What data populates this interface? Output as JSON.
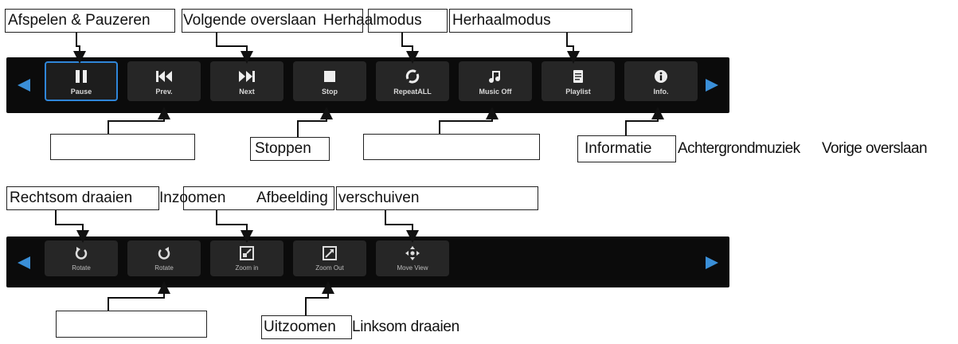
{
  "top_bar": {
    "buttons": [
      {
        "caption": "Pause",
        "icon": "pause-icon"
      },
      {
        "caption": "Prev.",
        "icon": "skip-previous-icon"
      },
      {
        "caption": "Next",
        "icon": "skip-next-icon"
      },
      {
        "caption": "Stop",
        "icon": "stop-icon"
      },
      {
        "caption": "RepeatALL",
        "icon": "repeat-icon"
      },
      {
        "caption": "Music Off",
        "icon": "music-note-icon"
      },
      {
        "caption": "Playlist",
        "icon": "playlist-icon"
      },
      {
        "caption": "Info.",
        "icon": "info-icon"
      }
    ]
  },
  "bottom_bar": {
    "buttons": [
      {
        "caption": "Rotate",
        "icon": "rotate-clockwise-icon"
      },
      {
        "caption": "Rotate",
        "icon": "rotate-counterclockwise-icon"
      },
      {
        "caption": "Zoom in",
        "icon": "zoom-in-icon"
      },
      {
        "caption": "Zoom Out",
        "icon": "zoom-out-icon"
      },
      {
        "caption": "Move View",
        "icon": "move-view-icon"
      }
    ]
  },
  "annotations": {
    "play_pause": "Afspelen & Pauzeren",
    "skip_next": "Volgende overslaan",
    "repeat_1": "Herhaalmodus",
    "repeat_2": "Herhaalmodus",
    "stop": "Stoppen",
    "info": "Informatie",
    "background_music": "Achtergrondmuziek",
    "skip_prev": "Vorige overslaan",
    "rotate_cw": "Rechtsom draaien",
    "zoom_in": "Inzoomen",
    "image": "Afbeelding",
    "move": "verschuiven",
    "zoom_out": "Uitzoomen",
    "rotate_ccw": "Linksom draaien"
  },
  "colors": {
    "bar_background": "#0b0b0b",
    "button_background": "#262626",
    "active_border": "#2f86d9",
    "nav_arrow": "#3a8fd8"
  }
}
